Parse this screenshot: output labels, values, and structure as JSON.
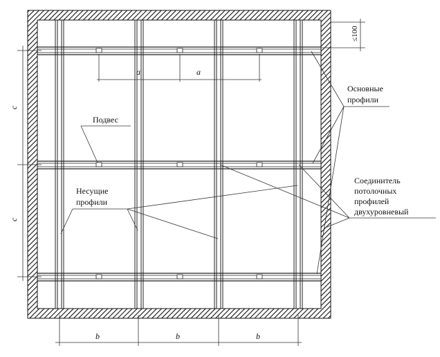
{
  "labels": {
    "main_profiles": [
      "Основные",
      "профили"
    ],
    "hanger": "Подвес",
    "bearing_profiles": [
      "Несущие",
      "профили"
    ],
    "connector": [
      "Соединитель",
      "потолочных",
      "профилей",
      "двухуровневый"
    ]
  },
  "dimensions": {
    "a": "a",
    "b": "b",
    "c": "c",
    "max_offset": "≤100"
  }
}
